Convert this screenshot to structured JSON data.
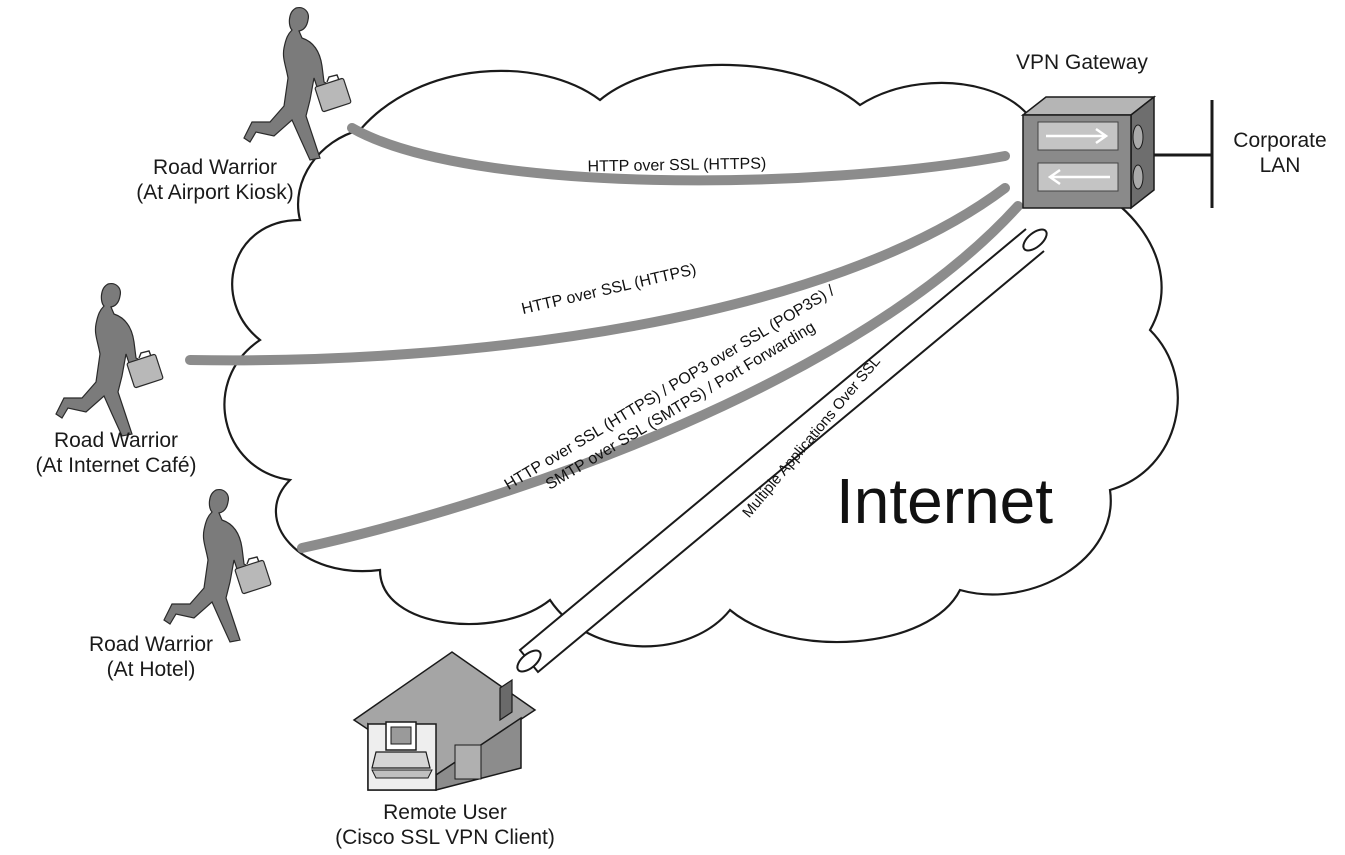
{
  "cloud_label": "Internet",
  "gateway": {
    "label": "VPN Gateway"
  },
  "lan": {
    "line1": "Corporate",
    "line2": "LAN"
  },
  "users": [
    {
      "line1": "Road Warrior",
      "line2": "(At Airport Kiosk)"
    },
    {
      "line1": "Road Warrior",
      "line2": "(At Internet Café)"
    },
    {
      "line1": "Road Warrior",
      "line2": "(At Hotel)"
    },
    {
      "line1": "Remote User",
      "line2": "(Cisco SSL VPN Client)"
    }
  ],
  "connections": {
    "kiosk": "HTTP over SSL (HTTPS)",
    "cafe": "HTTP over SSL (HTTPS)",
    "hotel_line1": "HTTP over SSL (HTTPS) / POP3 over SSL (POP3S) /",
    "hotel_line2": "SMTP over SSL (SMTPS) / Port Forwarding",
    "tunnel": "Multiple Applications Over SSL"
  },
  "colors": {
    "link": "#8c8c8c",
    "figure": "#7b7b7b",
    "gateway": "#8a8a8a",
    "outline": "#1a1a1a"
  }
}
